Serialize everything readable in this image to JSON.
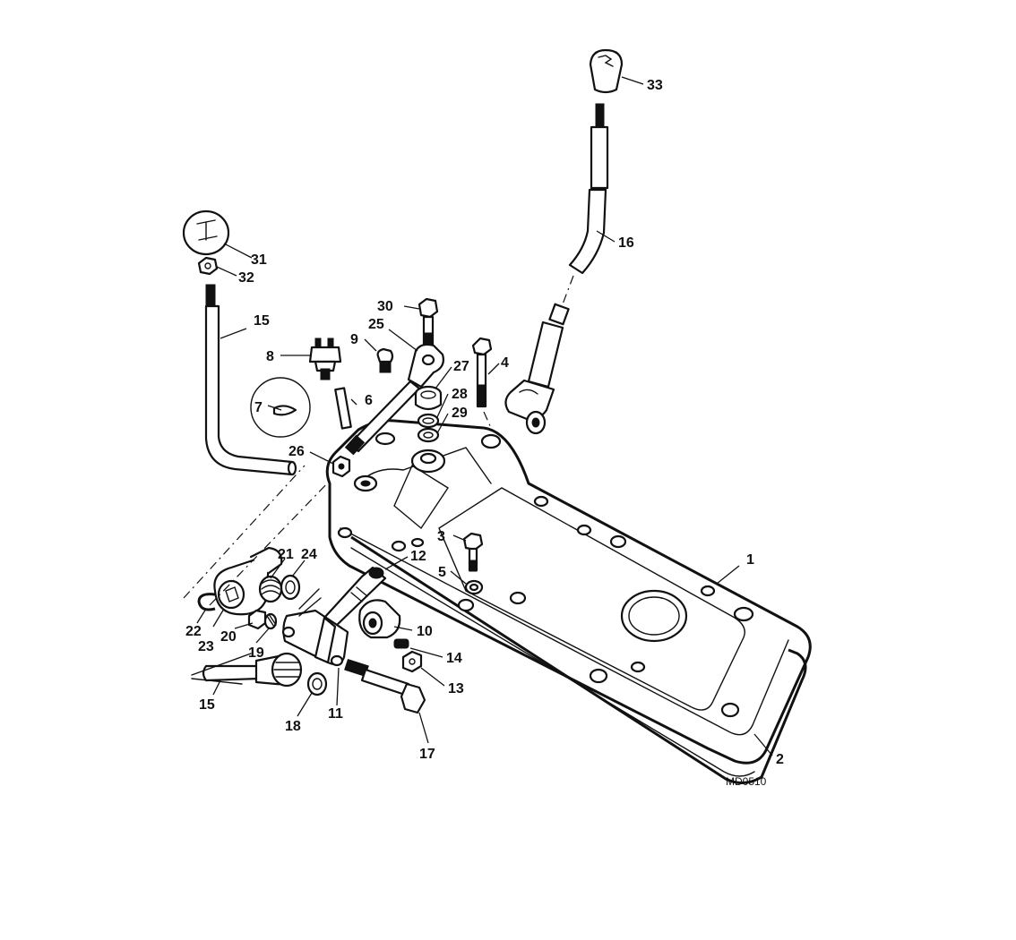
{
  "figure_code": "MD0510",
  "callouts": [
    {
      "id": "c1",
      "text": "1"
    },
    {
      "id": "c2",
      "text": "2"
    },
    {
      "id": "c3",
      "text": "3"
    },
    {
      "id": "c4",
      "text": "4"
    },
    {
      "id": "c5",
      "text": "5"
    },
    {
      "id": "c6",
      "text": "6"
    },
    {
      "id": "c7",
      "text": "7"
    },
    {
      "id": "c8",
      "text": "8"
    },
    {
      "id": "c9",
      "text": "9"
    },
    {
      "id": "c10",
      "text": "10"
    },
    {
      "id": "c11",
      "text": "11"
    },
    {
      "id": "c12",
      "text": "12"
    },
    {
      "id": "c13",
      "text": "13"
    },
    {
      "id": "c14",
      "text": "14"
    },
    {
      "id": "c15a",
      "text": "15"
    },
    {
      "id": "c15b",
      "text": "15"
    },
    {
      "id": "c16",
      "text": "16"
    },
    {
      "id": "c17",
      "text": "17"
    },
    {
      "id": "c18",
      "text": "18"
    },
    {
      "id": "c19",
      "text": "19"
    },
    {
      "id": "c20",
      "text": "20"
    },
    {
      "id": "c21",
      "text": "21"
    },
    {
      "id": "c22",
      "text": "22"
    },
    {
      "id": "c23",
      "text": "23"
    },
    {
      "id": "c24",
      "text": "24"
    },
    {
      "id": "c25",
      "text": "25"
    },
    {
      "id": "c26",
      "text": "26"
    },
    {
      "id": "c27",
      "text": "27"
    },
    {
      "id": "c28",
      "text": "28"
    },
    {
      "id": "c29",
      "text": "29"
    },
    {
      "id": "c30",
      "text": "30"
    },
    {
      "id": "c31",
      "text": "31"
    },
    {
      "id": "c32",
      "text": "32"
    },
    {
      "id": "c33",
      "text": "33"
    }
  ]
}
